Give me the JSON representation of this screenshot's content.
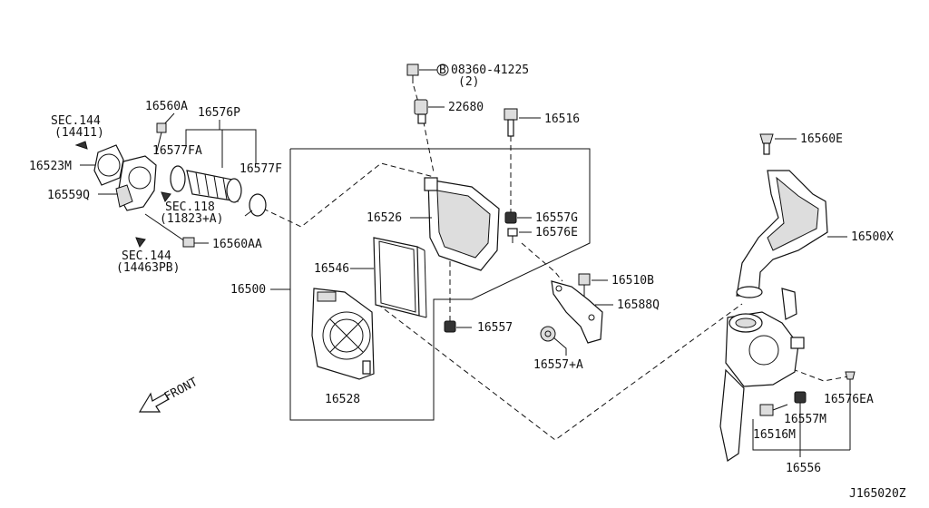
{
  "diagram": {
    "code": "J165020Z",
    "front_label": "FRONT",
    "labels": {
      "p08360": "08360-41225",
      "p08360_qty": "(2)",
      "p08360_mark": "B",
      "p22680": "22680",
      "p16516": "16516",
      "p16560E": "16560E",
      "p16560A": "16560A",
      "p16576P": "16576P",
      "sec144a": "SEC.144",
      "sec144a_ref": "(14411)",
      "p16577FA": "16577FA",
      "p16523M": "16523M",
      "p16577F": "16577F",
      "p16559Q": "16559Q",
      "sec118": "SEC.118",
      "sec118_ref": "(11823+A)",
      "p16560AA": "16560AA",
      "sec144b": "SEC.144",
      "sec144b_ref": "(14463PB)",
      "p16526": "16526",
      "p16557G": "16557G",
      "p16576E": "16576E",
      "p16500X": "16500X",
      "p16546": "16546",
      "p16510B": "16510B",
      "p16500": "16500",
      "p16588Q": "16588Q",
      "p16557": "16557",
      "p16557A": "16557+A",
      "p16528": "16528",
      "p16576EA": "16576EA",
      "p16557M": "16557M",
      "p16516M": "16516M",
      "p16556": "16556"
    }
  }
}
